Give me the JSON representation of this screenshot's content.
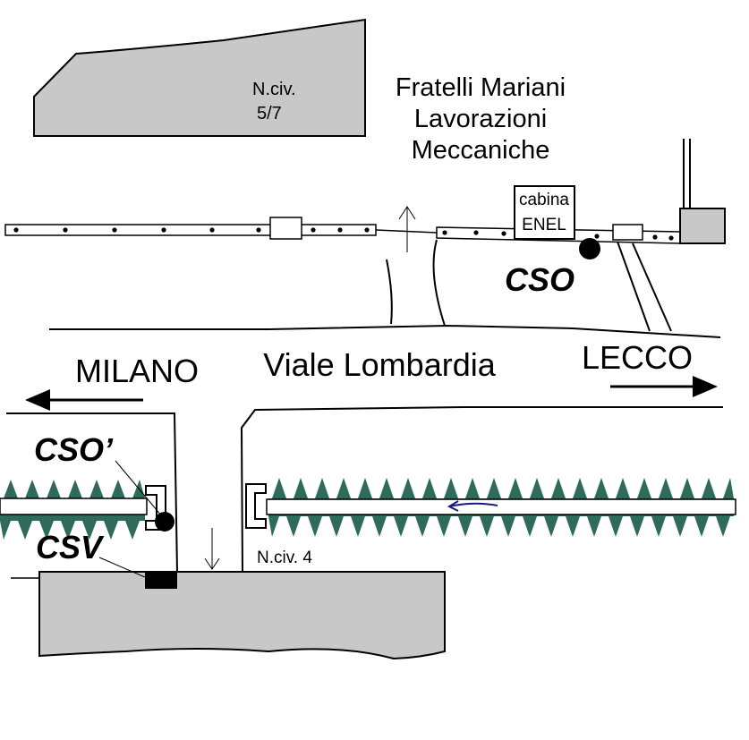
{
  "labels": {
    "building_top_num": "N.civ.",
    "building_top_num2": "5/7",
    "company_line1": "Fratelli Mariani",
    "company_line2": "Lavorazioni",
    "company_line3": "Meccaniche",
    "cabina_line1": "cabina",
    "cabina_line2": "ENEL",
    "cso": "CSO",
    "cso_prime": "CSO’",
    "csv": "CSV",
    "milano": "MILANO",
    "street": "Viale Lombardia",
    "lecco": "LECCO",
    "building_bottom_num": "N.civ. 4"
  },
  "colors": {
    "building_fill": "#c8c8c8",
    "hedge": "#2f6b5a",
    "flow_arrow": "#1a1a8a",
    "ink": "#000000"
  }
}
